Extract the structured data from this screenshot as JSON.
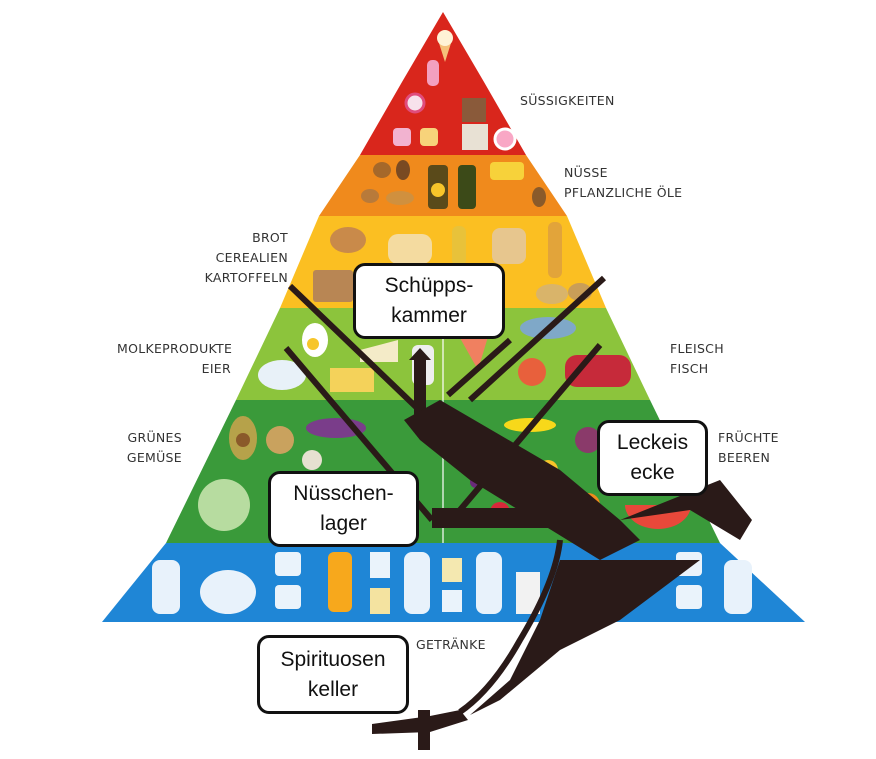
{
  "pyramid": {
    "tiers": [
      {
        "id": "suessigkeiten",
        "labels": [
          "SÜSSIGKEITEN"
        ],
        "color": "#d9261c"
      },
      {
        "id": "nuesse",
        "labels": [
          "NÜSSE",
          "PFLANZLICHE ÖLE"
        ],
        "color": "#f08a1c"
      },
      {
        "id": "brot",
        "labels": [
          "BROT",
          "CEREALIEN",
          "KARTOFFELN"
        ],
        "color": "#fbbf22"
      },
      {
        "id": "molke",
        "labels": [
          "MOLKEPRODUKTE",
          "EIER"
        ],
        "color": "#8cc43c"
      },
      {
        "id": "fleisch",
        "labels": [
          "FLEISCH",
          "FISCH"
        ],
        "color": "#8cc43c"
      },
      {
        "id": "gemuese",
        "labels": [
          "GRÜNES",
          "GEMÜSE"
        ],
        "color": "#3a9a3a"
      },
      {
        "id": "fruechte",
        "labels": [
          "FRÜCHTE",
          "BEEREN"
        ],
        "color": "#3a9a3a"
      },
      {
        "id": "getraenke",
        "labels": [
          "GETRÄNKE"
        ],
        "color": "#1f86d6"
      }
    ]
  },
  "rooms": [
    {
      "id": "schuepps",
      "lines": [
        "Schüpps-",
        "kammer"
      ]
    },
    {
      "id": "leckeis",
      "lines": [
        "Leckeis",
        "ecke"
      ]
    },
    {
      "id": "nuesschen",
      "lines": [
        "Nüsschen-",
        "lager"
      ]
    },
    {
      "id": "spirituosen",
      "lines": [
        "Spirituosen",
        "keller"
      ]
    }
  ],
  "colors": {
    "burrow": "#2a1a18",
    "label_text": "#333333"
  }
}
